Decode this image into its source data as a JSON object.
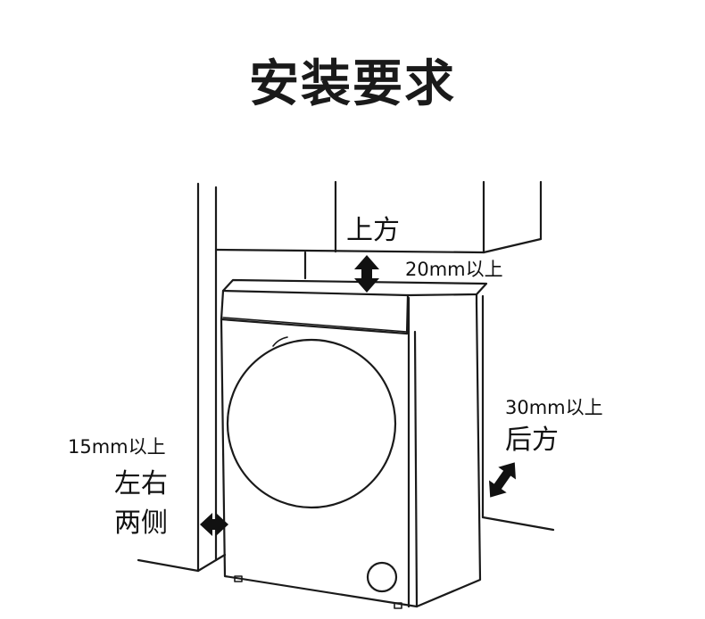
{
  "title": "安装要求",
  "labels": {
    "top_direction": "上方",
    "top_clearance": "20mm以上",
    "back_clearance": "30mm以上",
    "back_direction": "后方",
    "side_clearance": "15mm以上",
    "side_direction_line1": "左右",
    "side_direction_line2": "两侧"
  },
  "icons": {
    "top_arrow": "double-arrow-vertical-icon",
    "back_arrow": "double-arrow-diagonal-icon",
    "side_arrow": "double-arrow-horizontal-icon"
  },
  "colors": {
    "line": "#1a1a1a",
    "background": "#ffffff"
  }
}
